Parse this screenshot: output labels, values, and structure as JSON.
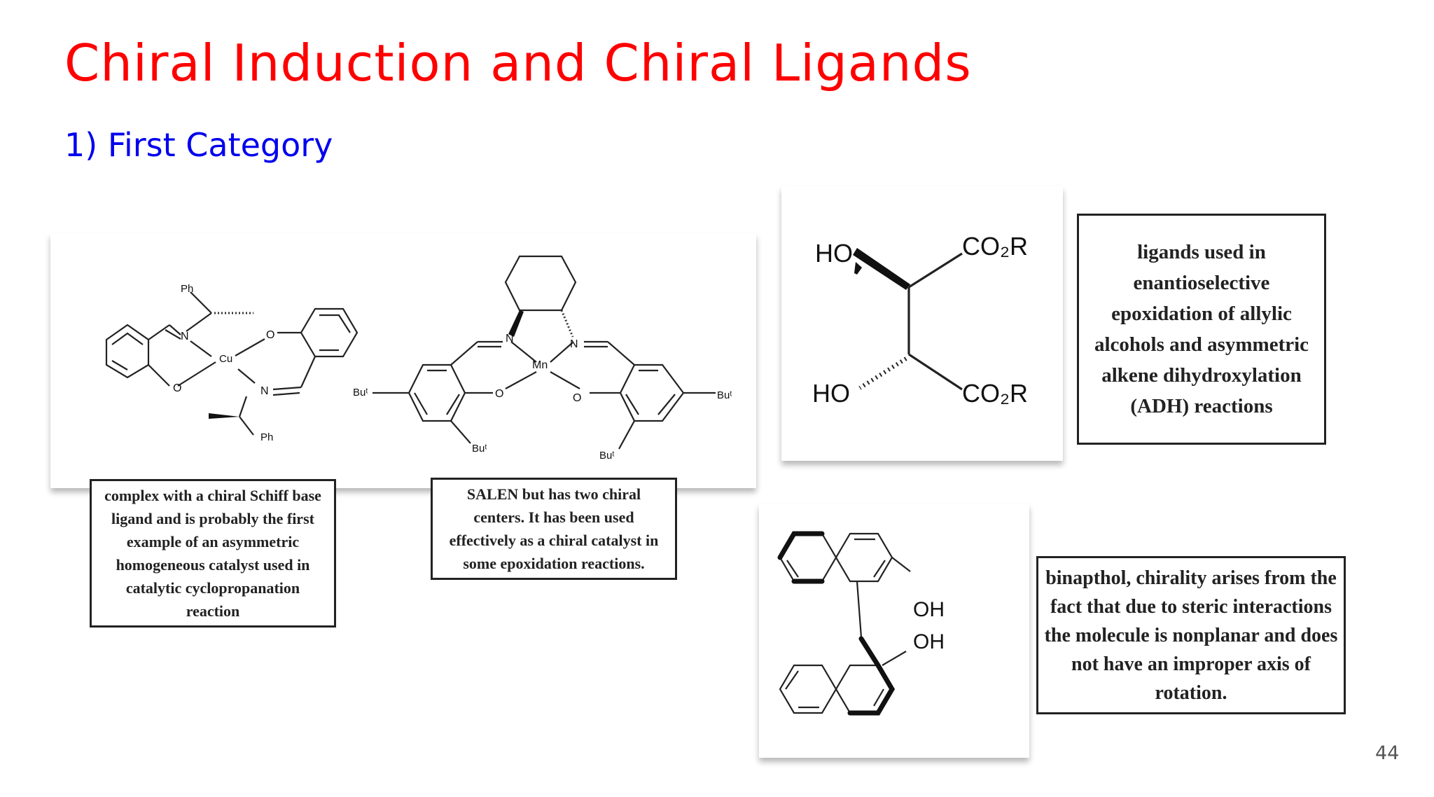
{
  "slide": {
    "title": "Chiral Induction and Chiral Ligands",
    "subtitle": "1) First Category",
    "page_number": "44"
  },
  "structures": {
    "cu_complex": {
      "atom_labels": {
        "ph_top": "Ph",
        "n1": "N",
        "cu": "Cu",
        "o_right": "O",
        "o_left": "O",
        "n2": "N",
        "ph_bottom": "Ph"
      },
      "caption": "complex with a chiral Schiff base ligand and is probably the first example of an asymmetric homogeneous catalyst used in catalytic cyclopropanation reaction"
    },
    "salen": {
      "atom_labels": {
        "n_left": "N",
        "n_right": "N",
        "mn": "Mn",
        "o_left": "O",
        "o_right": "O",
        "bu_left": "Buᵗ",
        "bu_right": "Buᵗ",
        "bu_bottom_left": "Buᵗ",
        "bu_bottom_right": "Buᵗ"
      },
      "caption": "SALEN but has two chiral centers. It has been used effectively as a chiral catalyst in some epoxidation reactions."
    },
    "tartrate": {
      "atom_labels": {
        "ho_top": "HO",
        "co2r_top": "CO₂R",
        "ho_bottom": "HO",
        "co2r_bottom": "CO₂R"
      },
      "caption": "ligands used in enantioselective epoxidation of allylic alcohols and asymmetric alkene dihydroxylation (ADH) reactions"
    },
    "binol": {
      "atom_labels": {
        "oh_top": "OH",
        "oh_bottom": "OH"
      },
      "caption": "binapthol, chirality arises from the fact that due to steric interactions the molecule is nonplanar and does not have an improper axis of rotation."
    }
  }
}
